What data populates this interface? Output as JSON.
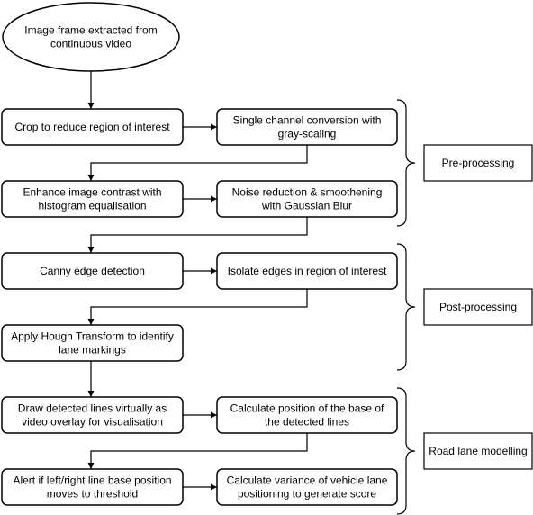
{
  "start_node": {
    "lines": [
      "Image frame extracted from",
      "continuous video"
    ]
  },
  "nodes": [
    {
      "id": "crop",
      "lines": [
        "Crop to reduce region of interest"
      ]
    },
    {
      "id": "gray",
      "lines": [
        "Single channel conversion with",
        "gray-scaling"
      ]
    },
    {
      "id": "contrast",
      "lines": [
        "Enhance image contrast with",
        "histogram equalisation"
      ]
    },
    {
      "id": "blur",
      "lines": [
        "Noise reduction & smoothening",
        "with Gaussian Blur"
      ]
    },
    {
      "id": "canny",
      "lines": [
        "Canny edge detection"
      ]
    },
    {
      "id": "isolate",
      "lines": [
        "Isolate edges in region of interest"
      ]
    },
    {
      "id": "hough",
      "lines": [
        "Apply Hough Transform to identify",
        "lane markings"
      ]
    },
    {
      "id": "overlay",
      "lines": [
        "Draw detected lines virtually as",
        "video overlay for visualisation"
      ]
    },
    {
      "id": "base",
      "lines": [
        "Calculate position of the base of",
        "the detected lines"
      ]
    },
    {
      "id": "alert",
      "lines": [
        "Alert if left/right line base position",
        "moves to threshold"
      ]
    },
    {
      "id": "variance",
      "lines": [
        "Calculate variance of vehicle lane",
        "positioning to generate score"
      ]
    }
  ],
  "stages": [
    {
      "id": "pre",
      "label": "Pre-processing"
    },
    {
      "id": "post",
      "label": "Post-processing"
    },
    {
      "id": "road",
      "label": "Road lane modelling"
    }
  ],
  "colors": {
    "stroke": "#000000",
    "fill": "#ffffff"
  }
}
